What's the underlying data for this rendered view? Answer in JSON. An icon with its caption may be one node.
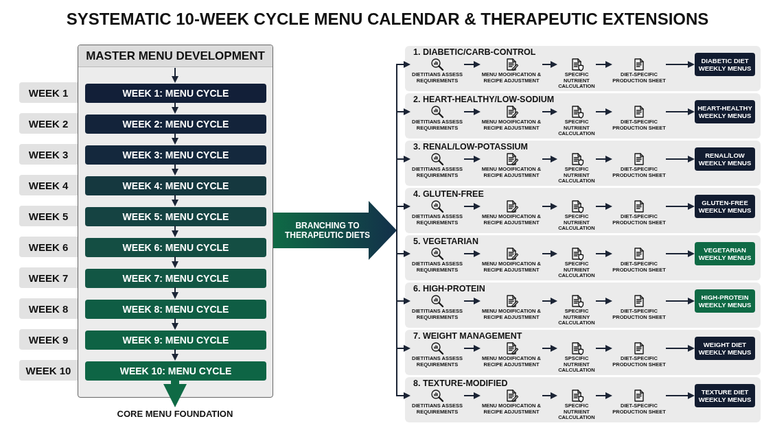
{
  "diagram": {
    "title": "SYSTEMATIC 10-WEEK CYCLE MENU CALENDAR & THERAPEUTIC EXTENSIONS",
    "nodes": [
      {
        "text": [
          "MASTER MENU DEVELOPMENT"
        ]
      },
      {
        "text": [
          "WEEK 1: MENU CYCLE"
        ],
        "in": 0
      },
      {
        "text": [
          "WEEK 2: MENU CYCLE"
        ],
        "in": 0
      },
      {
        "text": [
          "WEEK 3: MENU CYCLE"
        ],
        "in": 0
      },
      {
        "text": [
          "WEEK 4: MENU CYCLE"
        ],
        "in": 0
      },
      {
        "text": [
          "WEEK 5: MENU CYCLE"
        ],
        "in": 0
      },
      {
        "text": [
          "WEEK 6: MENU CYCLE"
        ],
        "in": 0
      },
      {
        "text": [
          "WEEK 7: MENU CYCLE"
        ],
        "in": 0
      },
      {
        "text": [
          "WEEK 8: MENU CYCLE"
        ],
        "in": 0
      },
      {
        "text": [
          "WEEK 9: MENU CYCLE"
        ],
        "in": 0
      },
      {
        "text": [
          "WEEK 10: MENU CYCLE"
        ],
        "in": 0
      },
      {
        "text": [
          "WEEK 1"
        ]
      },
      {
        "text": [
          "WEEK 2"
        ]
      },
      {
        "text": [
          "WEEK 3"
        ]
      },
      {
        "text": [
          "WEEK 4"
        ]
      },
      {
        "text": [
          "WEEK 5"
        ]
      },
      {
        "text": [
          "WEEK 6"
        ]
      },
      {
        "text": [
          "WEEK 7"
        ]
      },
      {
        "text": [
          "WEEK 8"
        ]
      },
      {
        "text": [
          "WEEK 9"
        ]
      },
      {
        "text": [
          "WEEK 10"
        ]
      },
      {
        "text": [
          "CORE MENU FOUNDATION"
        ]
      },
      {
        "text": [
          "BRANCHING TO THERAPEUTIC DIETS"
        ]
      },
      {
        "text": [
          "1. DIABETIC/CARB-CONTROL"
        ]
      },
      {
        "text": [
          "DIETITIANS ASSESS REQUIREMENTS"
        ],
        "in": 23
      },
      {
        "text": [
          "MENU MOOIFICATION & RECIPE ADJUSTMENT"
        ],
        "in": 23
      },
      {
        "text": [
          "SPECIFIC NUTRIENT CALCULATION"
        ],
        "in": 23
      },
      {
        "text": [
          "DIET-SPECIFIC PRODUCTION SHEET"
        ],
        "in": 23
      },
      {
        "text": [
          "DIABETIC DIET WEEKLY MENUS"
        ],
        "in": 23
      },
      {
        "text": [
          "2. HEART-HEALTHY/LOW-SODIUM"
        ]
      },
      {
        "text": [
          "DIETITIANS ASSESS REQUIREMENTS"
        ],
        "in": 29
      },
      {
        "text": [
          "MENU MOOIFICATION & RECIPE ADJUSTMENT"
        ],
        "in": 29
      },
      {
        "text": [
          "SPECIFIC NUTRIENT CALCULATION"
        ],
        "in": 29
      },
      {
        "text": [
          "DIET-SPECIFIC PRODUCTION SHEET"
        ],
        "in": 29
      },
      {
        "text": [
          "HEART-HEALTHY WEEKLY MENUS"
        ],
        "in": 29
      },
      {
        "text": [
          "3. RENAL/LOW-POTASSIUM"
        ]
      },
      {
        "text": [
          "DIETITIANS ASSESS REQUIREMENTS"
        ],
        "in": 35
      },
      {
        "text": [
          "MENU MOOIFICATION & RECIPE ADJUSTMENT"
        ],
        "in": 35
      },
      {
        "text": [
          "SPECIFIC NUTRIENT CALCULATION"
        ],
        "in": 35
      },
      {
        "text": [
          "DIET-SPECIFIC PRODUCTION SHEET"
        ],
        "in": 35
      },
      {
        "text": [
          "RENAL/LOW WEEKLY MENUS"
        ],
        "in": 35
      },
      {
        "text": [
          "4. GLUTEN-FREE"
        ]
      },
      {
        "text": [
          "DIETITIANS ASSESS REQUIREMENTS"
        ],
        "in": 41
      },
      {
        "text": [
          "MENU MODIFICATION & RECIPE ADJUSTMENT"
        ],
        "in": 41
      },
      {
        "text": [
          "SPECIFIC NUTRIENT CALCULATION"
        ],
        "in": 41
      },
      {
        "text": [
          "DIET-SPECIFIC PRODUCTION SHEET"
        ],
        "in": 41
      },
      {
        "text": [
          "GLUTEN-FREE WEEKLY MENUS"
        ],
        "in": 41
      },
      {
        "text": [
          "5. VEGETARIAN"
        ]
      },
      {
        "text": [
          "DIETITIANS ASSESS REQUIREMENTS"
        ],
        "in": 47
      },
      {
        "text": [
          "MENU MODIFICATION & RECIPE ADJUSTMENT"
        ],
        "in": 47
      },
      {
        "text": [
          "SPECIFIC NUTRIENT CALCULATION"
        ],
        "in": 47
      },
      {
        "text": [
          "DIET-SPECIFIC PRODUCTION SHEET"
        ],
        "in": 47
      },
      {
        "text": [
          "VEGETARIAN WEEKLY MENUS"
        ],
        "in": 47
      },
      {
        "text": [
          "6. HIGH-PROTEIN"
        ]
      },
      {
        "text": [
          "DIETITIANS ASSESS REQUIREMENTS"
        ],
        "in": 53
      },
      {
        "text": [
          "MENU MODIFICATION & RECIPE ADJUSTMENT"
        ],
        "in": 53
      },
      {
        "text": [
          "SPECIFIC NUTRIENY CALCULATION"
        ],
        "in": 53
      },
      {
        "text": [
          "DIET-SPECIFIC PRODUCTION SHEET"
        ],
        "in": 53
      },
      {
        "text": [
          "HIGH-PROTEIN WEEKLY MENUS"
        ],
        "in": 53
      },
      {
        "text": [
          "7. WEIGHT MANAGEMENT"
        ]
      },
      {
        "text": [
          "DIETITIANS ASSESS REQUIREMENTS"
        ],
        "in": 59
      },
      {
        "text": [
          "MENU MODIFICATION & RECIPE ADJUSTMENT"
        ],
        "in": 59
      },
      {
        "text": [
          "SPSCIFIC NUTRIENT CALCULATION"
        ],
        "in": 59
      },
      {
        "text": [
          "DIET-SPECIFIC PRODUCTION SHEET"
        ],
        "in": 59
      },
      {
        "text": [
          "WEIGHT DIET WEEKLY MENUS"
        ],
        "in": 59
      },
      {
        "text": [
          "8. TEXTURE-MODIFIED"
        ]
      },
      {
        "text": [
          "DIETITIANS ASSESS REQUIREMENTS"
        ],
        "in": 65
      },
      {
        "text": [
          "MENU MODIFICATION & RECIPE ADJUSTMENT"
        ],
        "in": 65
      },
      {
        "text": [
          "SPECIFIC NUTRIENT CALCULATION"
        ],
        "in": 65
      },
      {
        "text": [
          "DIET-SPECIFIC PRODUCTION SHEET"
        ],
        "in": 65
      },
      {
        "text": [
          "TEXTURE DIET WEEKLY MENUS"
        ],
        "in": 65
      }
    ],
    "edges": [
      {
        "from": null,
        "to": 1,
        "arrow": "to"
      },
      {
        "from": 1,
        "to": 2,
        "arrow": "to"
      },
      {
        "from": 2,
        "to": 3,
        "arrow": "to"
      },
      {
        "from": 3,
        "to": 4,
        "arrow": "to"
      },
      {
        "from": 4,
        "to": 5,
        "arrow": "to"
      },
      {
        "from": 5,
        "to": 6,
        "arrow": "to"
      },
      {
        "from": 6,
        "to": 7,
        "arrow": "to"
      },
      {
        "from": 7,
        "to": 8,
        "arrow": "to"
      },
      {
        "from": 8,
        "to": 9,
        "arrow": "to"
      },
      {
        "from": 9,
        "to": 10,
        "arrow": "to"
      },
      {
        "from": 10,
        "to": 21,
        "arrow": "to",
        "style": "thick",
        "color": "#0f6a45"
      },
      {
        "from": 22,
        "to": 24,
        "arrow": "to"
      },
      {
        "from": 22,
        "to": 30,
        "arrow": "to"
      },
      {
        "from": 22,
        "to": 36,
        "arrow": "to"
      },
      {
        "from": 22,
        "to": 42,
        "arrow": "to"
      },
      {
        "from": 22,
        "to": 48,
        "arrow": "to"
      },
      {
        "from": 22,
        "to": 54,
        "arrow": "to"
      },
      {
        "from": 22,
        "to": 60,
        "arrow": "to"
      },
      {
        "from": 22,
        "to": 66,
        "arrow": "to"
      },
      {
        "from": 24,
        "to": 25,
        "arrow": "to"
      },
      {
        "from": 25,
        "to": 26,
        "arrow": "to"
      },
      {
        "from": 26,
        "to": 27,
        "arrow": "to"
      },
      {
        "from": 27,
        "to": 28,
        "arrow": "to"
      },
      {
        "from": 30,
        "to": 31,
        "arrow": "to"
      },
      {
        "from": 31,
        "to": 32,
        "arrow": "to"
      },
      {
        "from": 32,
        "to": 33,
        "arrow": "to"
      },
      {
        "from": 33,
        "to": 34,
        "arrow": "to"
      },
      {
        "from": 36,
        "to": 37,
        "arrow": "to"
      },
      {
        "from": 37,
        "to": 38,
        "arrow": "to"
      },
      {
        "from": 38,
        "to": 39,
        "arrow": "to"
      },
      {
        "from": 39,
        "to": 40,
        "arrow": "to"
      },
      {
        "from": 42,
        "to": 43,
        "arrow": "to"
      },
      {
        "from": 43,
        "to": 44,
        "arrow": "to"
      },
      {
        "from": 44,
        "to": 45,
        "arrow": "to"
      },
      {
        "from": 45,
        "to": 46,
        "arrow": "to"
      },
      {
        "from": 48,
        "to": 49,
        "arrow": "to"
      },
      {
        "from": 49,
        "to": 50,
        "arrow": "to"
      },
      {
        "from": 50,
        "to": 51,
        "arrow": "to"
      },
      {
        "from": 51,
        "to": 52,
        "arrow": "to"
      },
      {
        "from": 54,
        "to": 55,
        "arrow": "to"
      },
      {
        "from": 55,
        "to": 56,
        "arrow": "to"
      },
      {
        "from": 56,
        "to": 57,
        "arrow": "to"
      },
      {
        "from": 57,
        "to": 58,
        "arrow": "to"
      },
      {
        "from": 60,
        "to": 61,
        "arrow": "to"
      },
      {
        "from": 61,
        "to": 62,
        "arrow": "to"
      },
      {
        "from": 62,
        "to": 63,
        "arrow": "to"
      },
      {
        "from": 63,
        "to": 64,
        "arrow": "to"
      },
      {
        "from": 66,
        "to": 67,
        "arrow": "to"
      },
      {
        "from": 67,
        "to": 68,
        "arrow": "to"
      },
      {
        "from": 68,
        "to": 69,
        "arrow": "to"
      },
      {
        "from": 69,
        "to": 70,
        "arrow": "to"
      }
    ]
  }
}
